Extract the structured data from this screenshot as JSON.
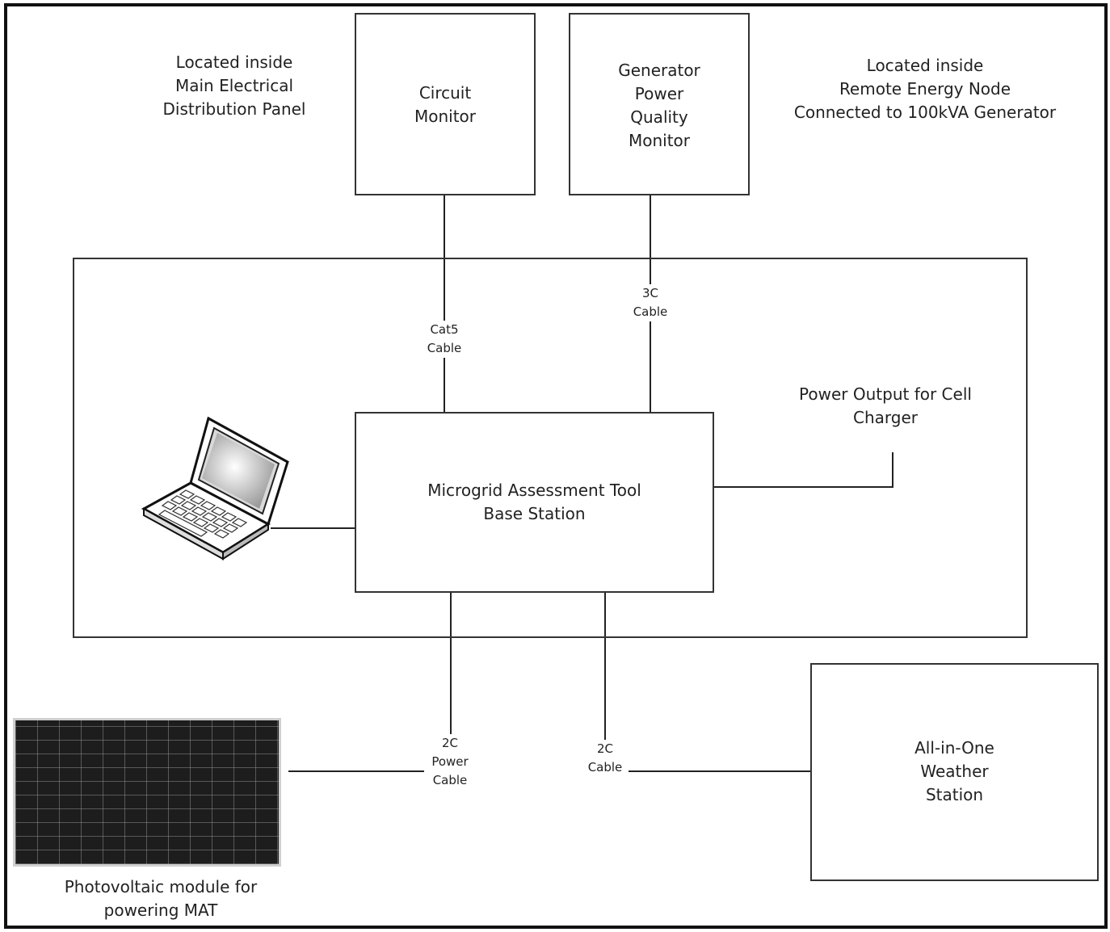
{
  "notes": {
    "left": "Located inside\nMain Electrical\nDistribution Panel",
    "right": "Located inside\nRemote Energy Node\nConnected to 100kVA Generator",
    "power_output": "Power Output for Cell\nCharger",
    "pv_caption": "Photovoltaic module for\npowering MAT"
  },
  "boxes": {
    "circuit_monitor": "Circuit\nMonitor",
    "generator_monitor": "Generator\nPower\nQuality\nMonitor",
    "base_station": "Microgrid Assessment Tool\nBase Station",
    "weather_station": "All-in-One\nWeather\nStation"
  },
  "cables": {
    "cat5": "Cat5\nCable",
    "three_c": "3C\nCable",
    "two_c_power": "2C\nPower\nCable",
    "two_c": "2C\nCable"
  }
}
